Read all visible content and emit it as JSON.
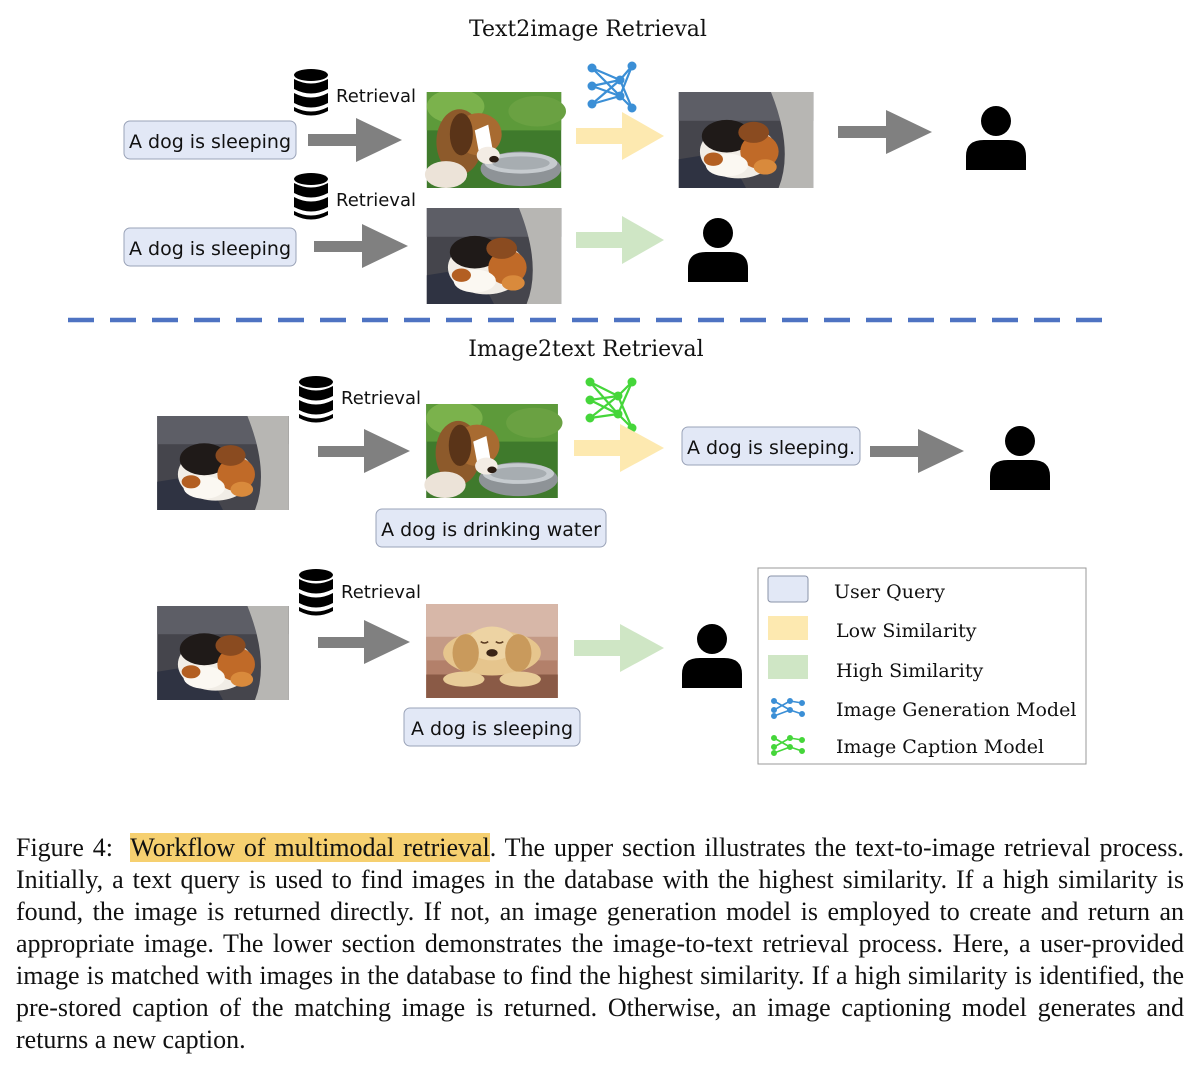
{
  "diagram": {
    "top_title": "Text2image Retrieval",
    "bottom_title": "Image2text Retrieval",
    "retrieval_label": "Retrieval",
    "queries": {
      "t2i_row1": "A dog is sleeping",
      "t2i_row2": "A dog is sleeping",
      "i2t_row1_result": "A dog is sleeping.",
      "i2t_row1_db_caption": "A dog is drinking water",
      "i2t_row2_db_caption": "A dog is sleeping"
    },
    "images": {
      "beagle_drinking": "beagle drinking from bowl",
      "beagle_sleeping": "beagle sleeping on blanket",
      "puppy_sleeping": "golden puppy sleeping on floor"
    },
    "icons": {
      "database": "database-icon",
      "user": "user-icon",
      "generation_model": "neural-network-icon",
      "caption_model": "neural-network-icon"
    },
    "legend": {
      "user_query": "User Query",
      "low_similarity": "Low Similarity",
      "high_similarity": "High Similarity",
      "image_generation_model": "Image Generation Model",
      "image_caption_model": "Image Caption Model"
    },
    "colors": {
      "user_query_fill": "#e2e8f6",
      "low_similarity": "#fde9b0",
      "high_similarity": "#cfe6c5",
      "generation_model": "#3b8fd6",
      "caption_model": "#45d63a",
      "divider": "#4e73c2",
      "gray_arrow": "#808080"
    }
  },
  "caption": {
    "label": "Figure 4:",
    "highlight": "Workflow of multimodal retrieval",
    "text": ". The upper section illustrates the text-to-image retrieval process. Initially, a text query is used to find images in the database with the highest similarity. If a high similarity is found, the image is returned directly. If not, an image generation model is employed to create and return an appropriate image. The lower section demonstrates the image-to-text retrieval process. Here, a user-provided image is matched with images in the database to find the highest similarity. If a high similarity is identified, the pre-stored caption of the matching image is returned. Otherwise, an image captioning model generates and returns a new caption."
  }
}
